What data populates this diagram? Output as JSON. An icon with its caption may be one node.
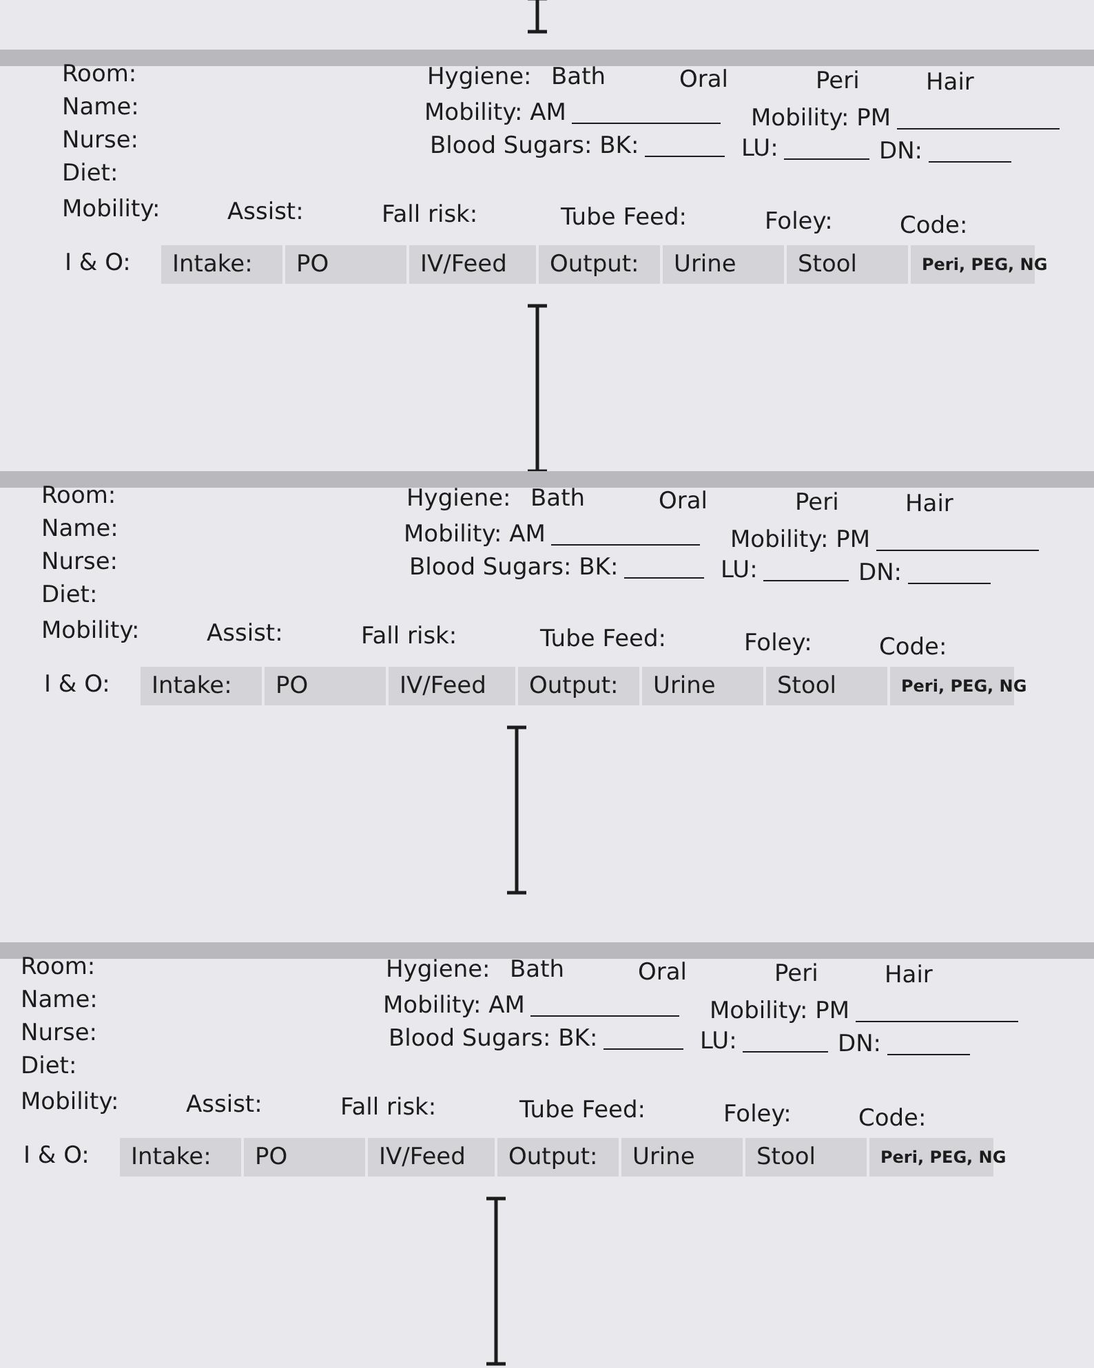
{
  "diagram": {
    "labels": [
      "Room:",
      "Hygiene:",
      "Bath",
      "Oral",
      "Peri",
      "Hair",
      "Name:",
      "Mobility: AM",
      "Mobility: PM",
      "Nurse:",
      "Blood Sugars: BK:",
      "LU:",
      "DN:",
      "Diet:",
      "Mobility:",
      "Assist:",
      "Fall risk:",
      "Tube Feed:",
      "Foley:",
      "Code:",
      "I & O:",
      "Intake:",
      "PO",
      "IV/Feed",
      "Output:",
      "Urine",
      "Stool",
      "Peri, PEG, NG",
      "Room:",
      "Hygiene:",
      "Bath",
      "Oral",
      "Peri",
      "Hair",
      "Name:",
      "Mobility: AM",
      "Mobility: PM",
      "Nurse:",
      "Blood Sugars: BK:",
      "LU:",
      "DN:",
      "Diet:",
      "Mobility:",
      "Assist:",
      "Fall risk:",
      "Tube Feed:",
      "Foley:",
      "Code:",
      "I & O:",
      "Intake:",
      "PO",
      "IV/Feed",
      "Output:",
      "Urine",
      "Stool",
      "Peri, PEG, NG",
      "Room:",
      "Hygiene:",
      "Bath",
      "Oral",
      "Peri",
      "Hair",
      "Name:",
      "Mobility: AM",
      "Mobility: PM",
      "Nurse:",
      "Blood Sugars: BK:",
      "LU:",
      "DN:",
      "Diet:",
      "Mobility:",
      "Assist:",
      "Fall risk:",
      "Tube Feed:",
      "Foley:",
      "Code:",
      "I & O:",
      "Intake:",
      "PO",
      "IV/Feed",
      "Output:",
      "Urine",
      "Stool",
      "Peri, PEG, NG"
    ]
  }
}
